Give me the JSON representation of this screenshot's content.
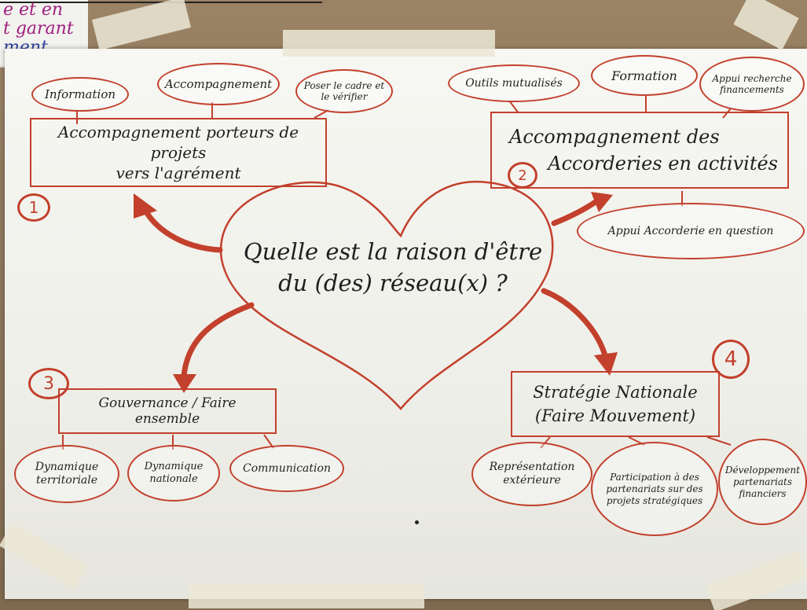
{
  "corner_note": [
    "e et en",
    "t garant",
    "ment"
  ],
  "center": {
    "line1": "Quelle est la raison d'être",
    "line2": "du (des) réseau(x) ?"
  },
  "blocks": [
    {
      "number": "1",
      "title_line1": "Accompagnement porteurs de projets",
      "title_line2": "vers l'agrément",
      "items": [
        "Information",
        "Accompagnement",
        "Poser le cadre et le vérifier"
      ]
    },
    {
      "number": "2",
      "title_line1": "Accompagnement des",
      "title_line2": "Accorderies en activités",
      "items": [
        "Outils mutualisés",
        "Formation",
        "Appui recherche financements",
        "Appui Accorderie en question"
      ]
    },
    {
      "number": "3",
      "title_line1": "Gouvernance / Faire ensemble",
      "title_line2": "",
      "items": [
        "Dynamique territoriale",
        "Dynamique nationale",
        "Communication"
      ]
    },
    {
      "number": "4",
      "title_line1": "Stratégie Nationale",
      "title_line2": "(Faire Mouvement)",
      "items": [
        "Représentation extérieure",
        "Participation à des partenariats sur des projets stratégiques",
        "Développement partenariats financiers"
      ]
    }
  ],
  "colors": {
    "ink": "#1f1f1f",
    "marker": "#c2402c",
    "paper": "#f4f4ef",
    "cardboard": "#8a7356"
  }
}
